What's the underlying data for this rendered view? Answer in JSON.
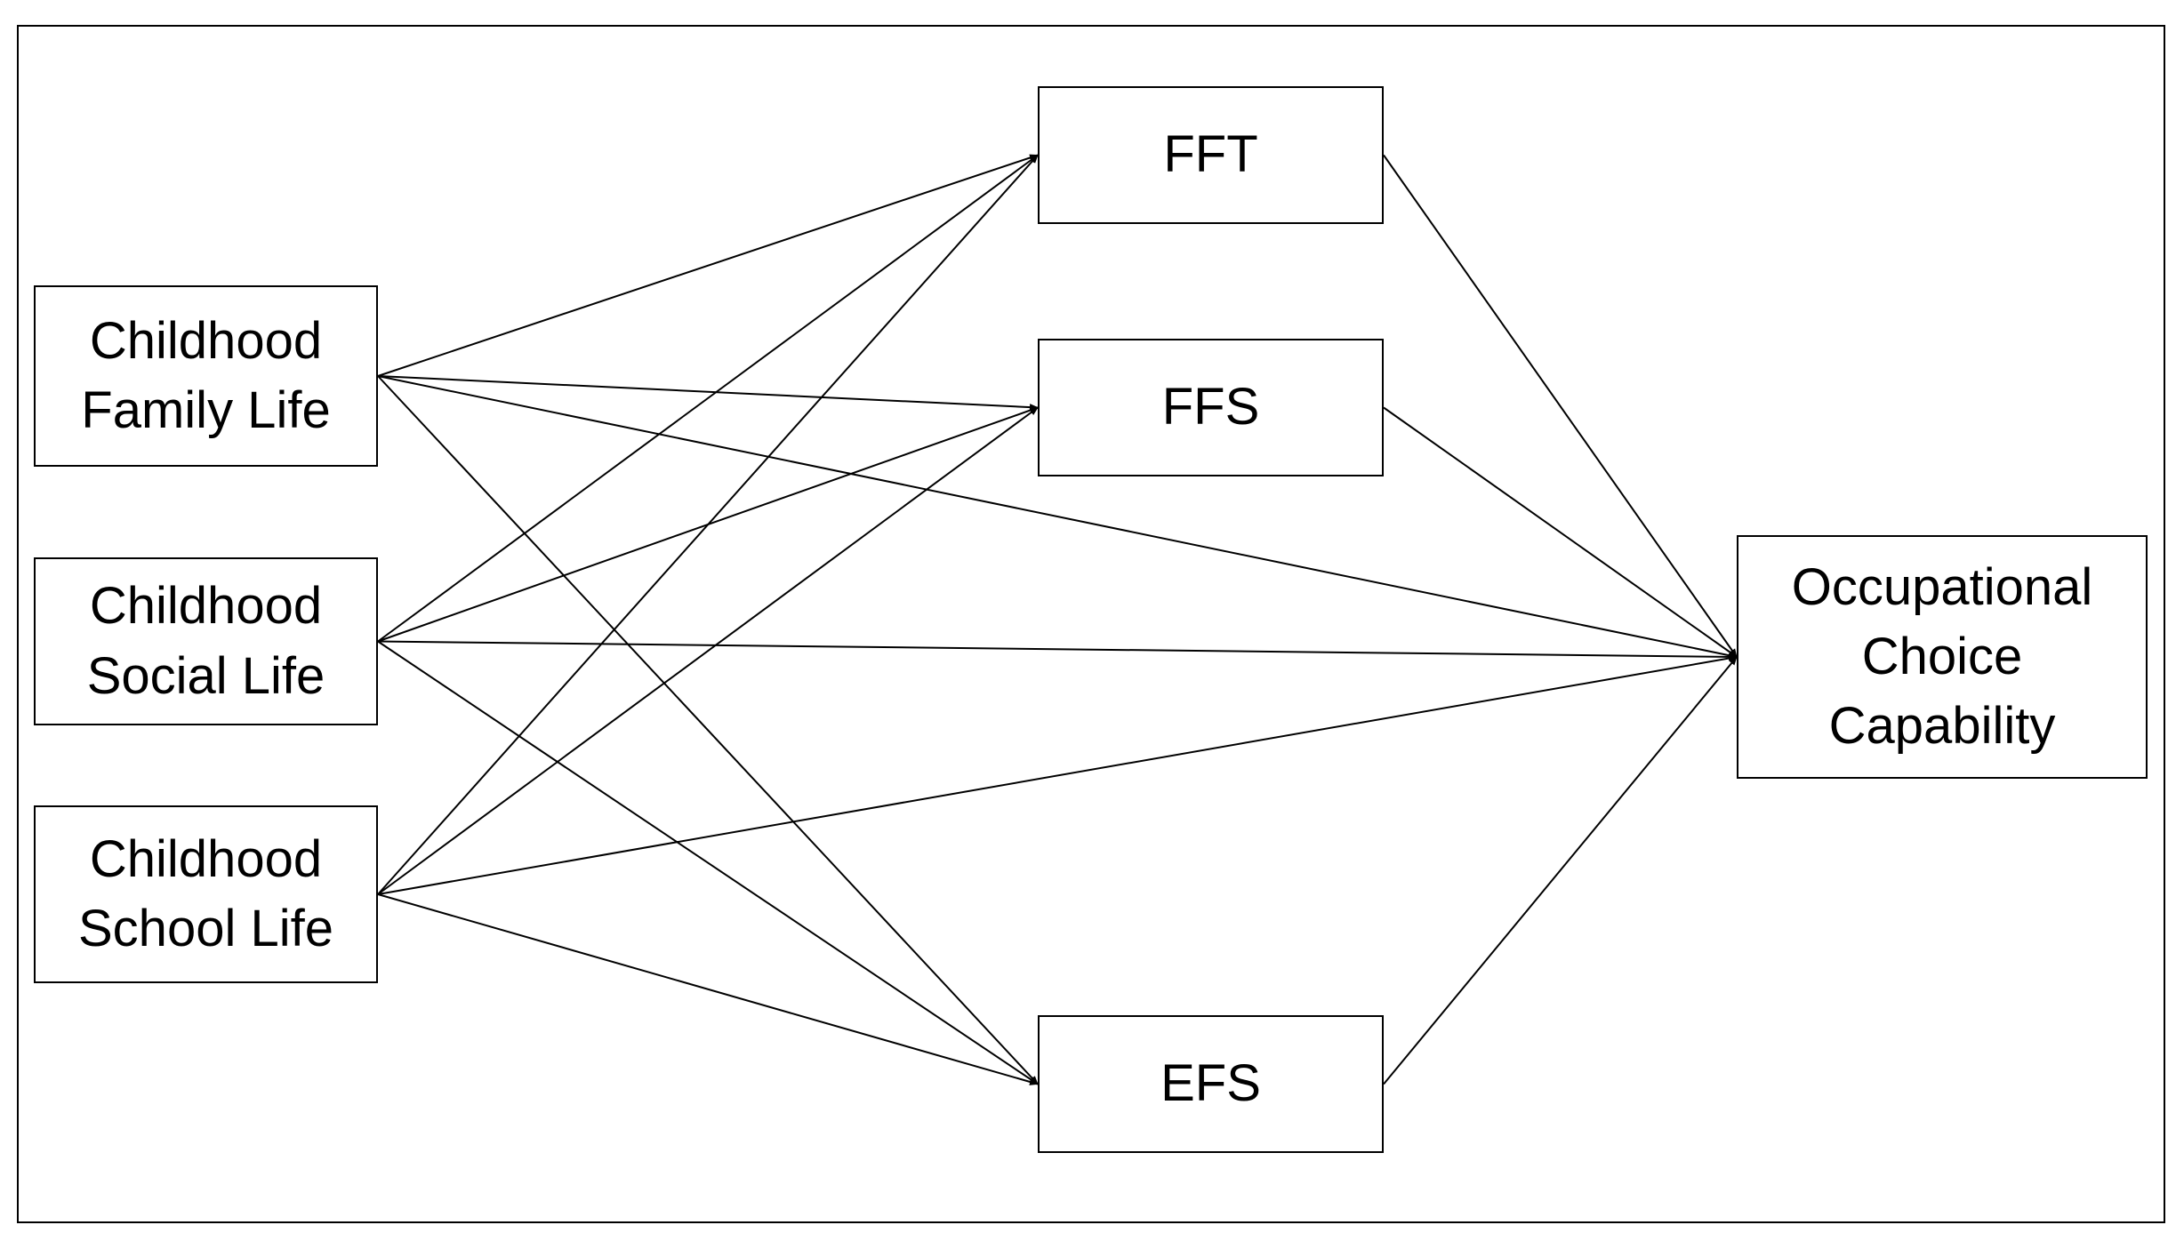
{
  "nodes": {
    "family": {
      "lines": [
        "Childhood",
        "Family Life"
      ]
    },
    "social": {
      "lines": [
        "Childhood",
        "Social Life"
      ]
    },
    "school": {
      "lines": [
        "Childhood",
        "School Life"
      ]
    },
    "fft": {
      "lines": [
        "FFT"
      ]
    },
    "ffs": {
      "lines": [
        "FFS"
      ]
    },
    "efs": {
      "lines": [
        "EFS"
      ]
    },
    "occupational": {
      "lines": [
        "Occupational",
        "Choice",
        "Capability"
      ]
    }
  },
  "edges": [
    {
      "from": "family",
      "to": "fft"
    },
    {
      "from": "family",
      "to": "ffs"
    },
    {
      "from": "family",
      "to": "efs"
    },
    {
      "from": "family",
      "to": "occupational"
    },
    {
      "from": "social",
      "to": "fft"
    },
    {
      "from": "social",
      "to": "ffs"
    },
    {
      "from": "social",
      "to": "efs"
    },
    {
      "from": "social",
      "to": "occupational"
    },
    {
      "from": "school",
      "to": "fft"
    },
    {
      "from": "school",
      "to": "ffs"
    },
    {
      "from": "school",
      "to": "efs"
    },
    {
      "from": "school",
      "to": "occupational"
    },
    {
      "from": "fft",
      "to": "occupational"
    },
    {
      "from": "ffs",
      "to": "occupational"
    },
    {
      "from": "efs",
      "to": "occupational"
    }
  ]
}
